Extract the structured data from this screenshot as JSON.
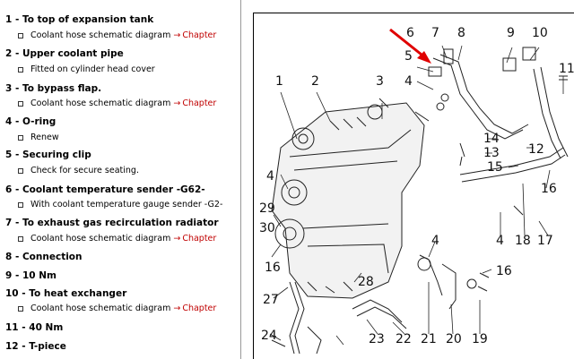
{
  "legend": {
    "entries": [
      {
        "title": "1 - To top of expansion tank",
        "sub": "Coolant hose schematic diagram",
        "link": "Chapter"
      },
      {
        "title": "2 - Upper coolant pipe",
        "sub": "Fitted on cylinder head cover",
        "link": ""
      },
      {
        "title": "3 - To bypass flap.",
        "sub": "Coolant hose schematic diagram",
        "link": "Chapter"
      },
      {
        "title": "4 - O-ring",
        "sub": "Renew",
        "link": ""
      },
      {
        "title": "5 - Securing clip",
        "sub": "Check for secure seating.",
        "link": ""
      },
      {
        "title": "6 - Coolant temperature sender -G62-",
        "sub": "With coolant temperature gauge sender -G2-",
        "link": ""
      },
      {
        "title": "7 - To exhaust gas recirculation radiator",
        "sub": "Coolant hose schematic diagram",
        "link": "Chapter"
      },
      {
        "title": "8 - Connection",
        "sub": "",
        "link": ""
      },
      {
        "title": "9 - 10 Nm",
        "sub": "",
        "link": ""
      },
      {
        "title": "10 - To heat exchanger",
        "sub": "Coolant hose schematic diagram",
        "link": "Chapter"
      },
      {
        "title": "11 - 40 Nm",
        "sub": "",
        "link": ""
      },
      {
        "title": "12 - T-piece",
        "sub": "",
        "link": ""
      }
    ]
  },
  "diagram": {
    "callouts": [
      "6",
      "7",
      "8",
      "9",
      "10",
      "11",
      "5",
      "4",
      "3",
      "1",
      "2",
      "14",
      "13",
      "12",
      "15",
      "16",
      "4",
      "18",
      "17",
      "29",
      "30",
      "4",
      "16",
      "16",
      "28",
      "27",
      "24",
      "23",
      "22",
      "21",
      "20",
      "19",
      "4"
    ],
    "accent_color": "#e00000"
  }
}
